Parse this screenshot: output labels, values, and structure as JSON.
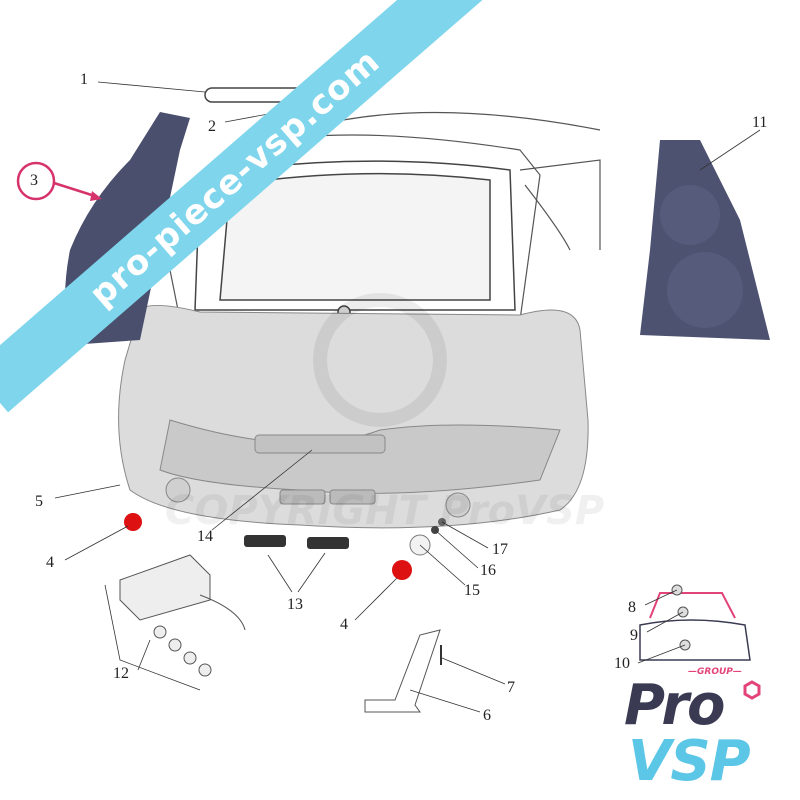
{
  "diagram": {
    "callouts": [
      {
        "id": "label-1",
        "text": "1"
      },
      {
        "id": "label-2",
        "text": "2"
      },
      {
        "id": "label-3",
        "text": "3",
        "highlighted": true
      },
      {
        "id": "label-4a",
        "text": "4"
      },
      {
        "id": "label-4b",
        "text": "4"
      },
      {
        "id": "label-5",
        "text": "5"
      },
      {
        "id": "label-6",
        "text": "6"
      },
      {
        "id": "label-7",
        "text": "7"
      },
      {
        "id": "label-8",
        "text": "8"
      },
      {
        "id": "label-9",
        "text": "9"
      },
      {
        "id": "label-10",
        "text": "10"
      },
      {
        "id": "label-11",
        "text": "11"
      },
      {
        "id": "label-12",
        "text": "12"
      },
      {
        "id": "label-13",
        "text": "13"
      },
      {
        "id": "label-14",
        "text": "14"
      },
      {
        "id": "label-15",
        "text": "15"
      },
      {
        "id": "label-16",
        "text": "16"
      },
      {
        "id": "label-17",
        "text": "17"
      }
    ],
    "highlight_color": "#d6336c",
    "part_color": "#4a4f6e"
  },
  "banner": {
    "text": "pro-piece-vsp.com",
    "color": "#7fd6ec"
  },
  "watermark": {
    "text": "COPYRIGHT ProVSP"
  },
  "logo": {
    "top": "Pro",
    "group": "—GROUP—",
    "bottom": "VSP",
    "top_color": "#3a3b52",
    "bottom_color": "#5cc6e6",
    "accent_color": "#e2447a"
  }
}
